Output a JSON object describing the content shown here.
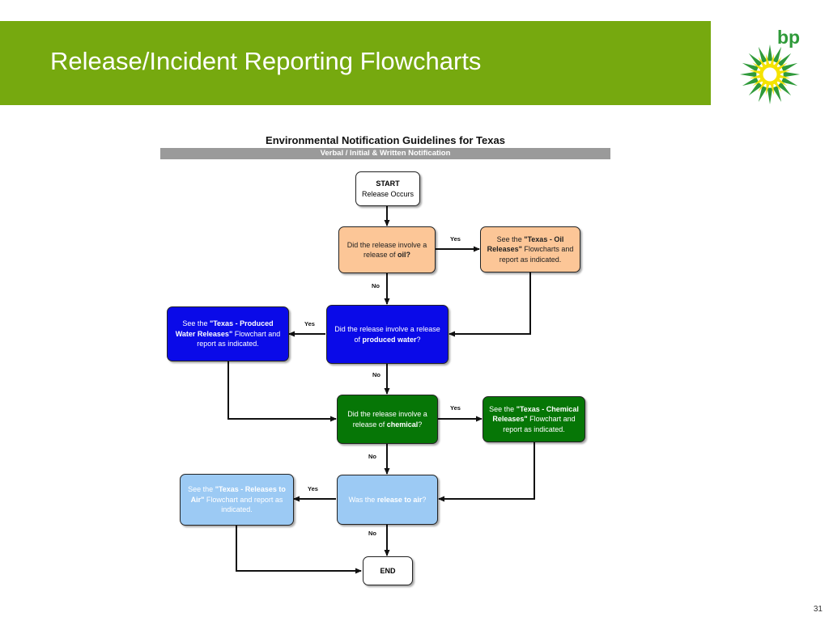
{
  "slide": {
    "title": "Release/Incident Reporting Flowcharts",
    "page_number": "31",
    "logo_text": "bp",
    "colors": {
      "title_bar": "#76a90f",
      "logo_green": "#2f9a3a",
      "logo_yellow": "#f5e300"
    }
  },
  "diagram": {
    "title": "Environmental Notification Guidelines for Texas",
    "subtitle": "Verbal / Initial & Written Notification",
    "nodes": {
      "start": {
        "parts": [
          [
            "START",
            "b"
          ],
          [
            "\nRelease Occurs",
            ""
          ]
        ],
        "fill": "#ffffff",
        "text_color": "#000000"
      },
      "q_oil": {
        "parts": [
          [
            "Did the release involve a release of ",
            ""
          ],
          [
            "oil?",
            "b"
          ]
        ],
        "fill": "#fcc697",
        "text_color": "#222222"
      },
      "oil_ref": {
        "parts": [
          [
            "See the ",
            ""
          ],
          [
            "\"Texas - Oil Releases\"",
            "b"
          ],
          [
            " Flowcharts and report as indicated.",
            ""
          ]
        ],
        "fill": "#fcc697",
        "text_color": "#222222"
      },
      "q_water": {
        "parts": [
          [
            "Did the release involve a release of ",
            ""
          ],
          [
            "produced water",
            "b"
          ],
          [
            "?",
            ""
          ]
        ],
        "fill": "#0a0ae8",
        "text_color": "#ffffff"
      },
      "water_ref": {
        "parts": [
          [
            "See the ",
            ""
          ],
          [
            "\"Texas - Produced Water Releases\"",
            "b"
          ],
          [
            " Flowchart and report as indicated.",
            ""
          ]
        ],
        "fill": "#0a0ae8",
        "text_color": "#ffffff"
      },
      "q_chem": {
        "parts": [
          [
            "Did the release involve a release of ",
            ""
          ],
          [
            "chemical",
            "b"
          ],
          [
            "?",
            ""
          ]
        ],
        "fill": "#067606",
        "text_color": "#ffffff"
      },
      "chem_ref": {
        "parts": [
          [
            "See the ",
            ""
          ],
          [
            "\"Texas - Chemical Releases\"",
            "b"
          ],
          [
            " Flowchart and report as indicated.",
            ""
          ]
        ],
        "fill": "#067606",
        "text_color": "#ffffff"
      },
      "q_air": {
        "parts": [
          [
            "Was the ",
            ""
          ],
          [
            "release to air",
            "b"
          ],
          [
            "?",
            ""
          ]
        ],
        "fill": "#9ccaf4",
        "text_color": "#ffffff"
      },
      "air_ref": {
        "parts": [
          [
            "See the ",
            ""
          ],
          [
            "\"Texas - Releases to Air\"",
            "b"
          ],
          [
            " Flowchart and report as indicated.",
            ""
          ]
        ],
        "fill": "#9ccaf4",
        "text_color": "#ffffff"
      },
      "end": {
        "parts": [
          [
            "END",
            "b"
          ]
        ],
        "fill": "#ffffff",
        "text_color": "#000000"
      }
    },
    "edge_labels": {
      "oil_yes": "Yes",
      "oil_no": "No",
      "water_yes": "Yes",
      "water_no": "No",
      "chem_yes": "Yes",
      "chem_no": "No",
      "air_yes": "Yes",
      "air_no": "No"
    }
  }
}
